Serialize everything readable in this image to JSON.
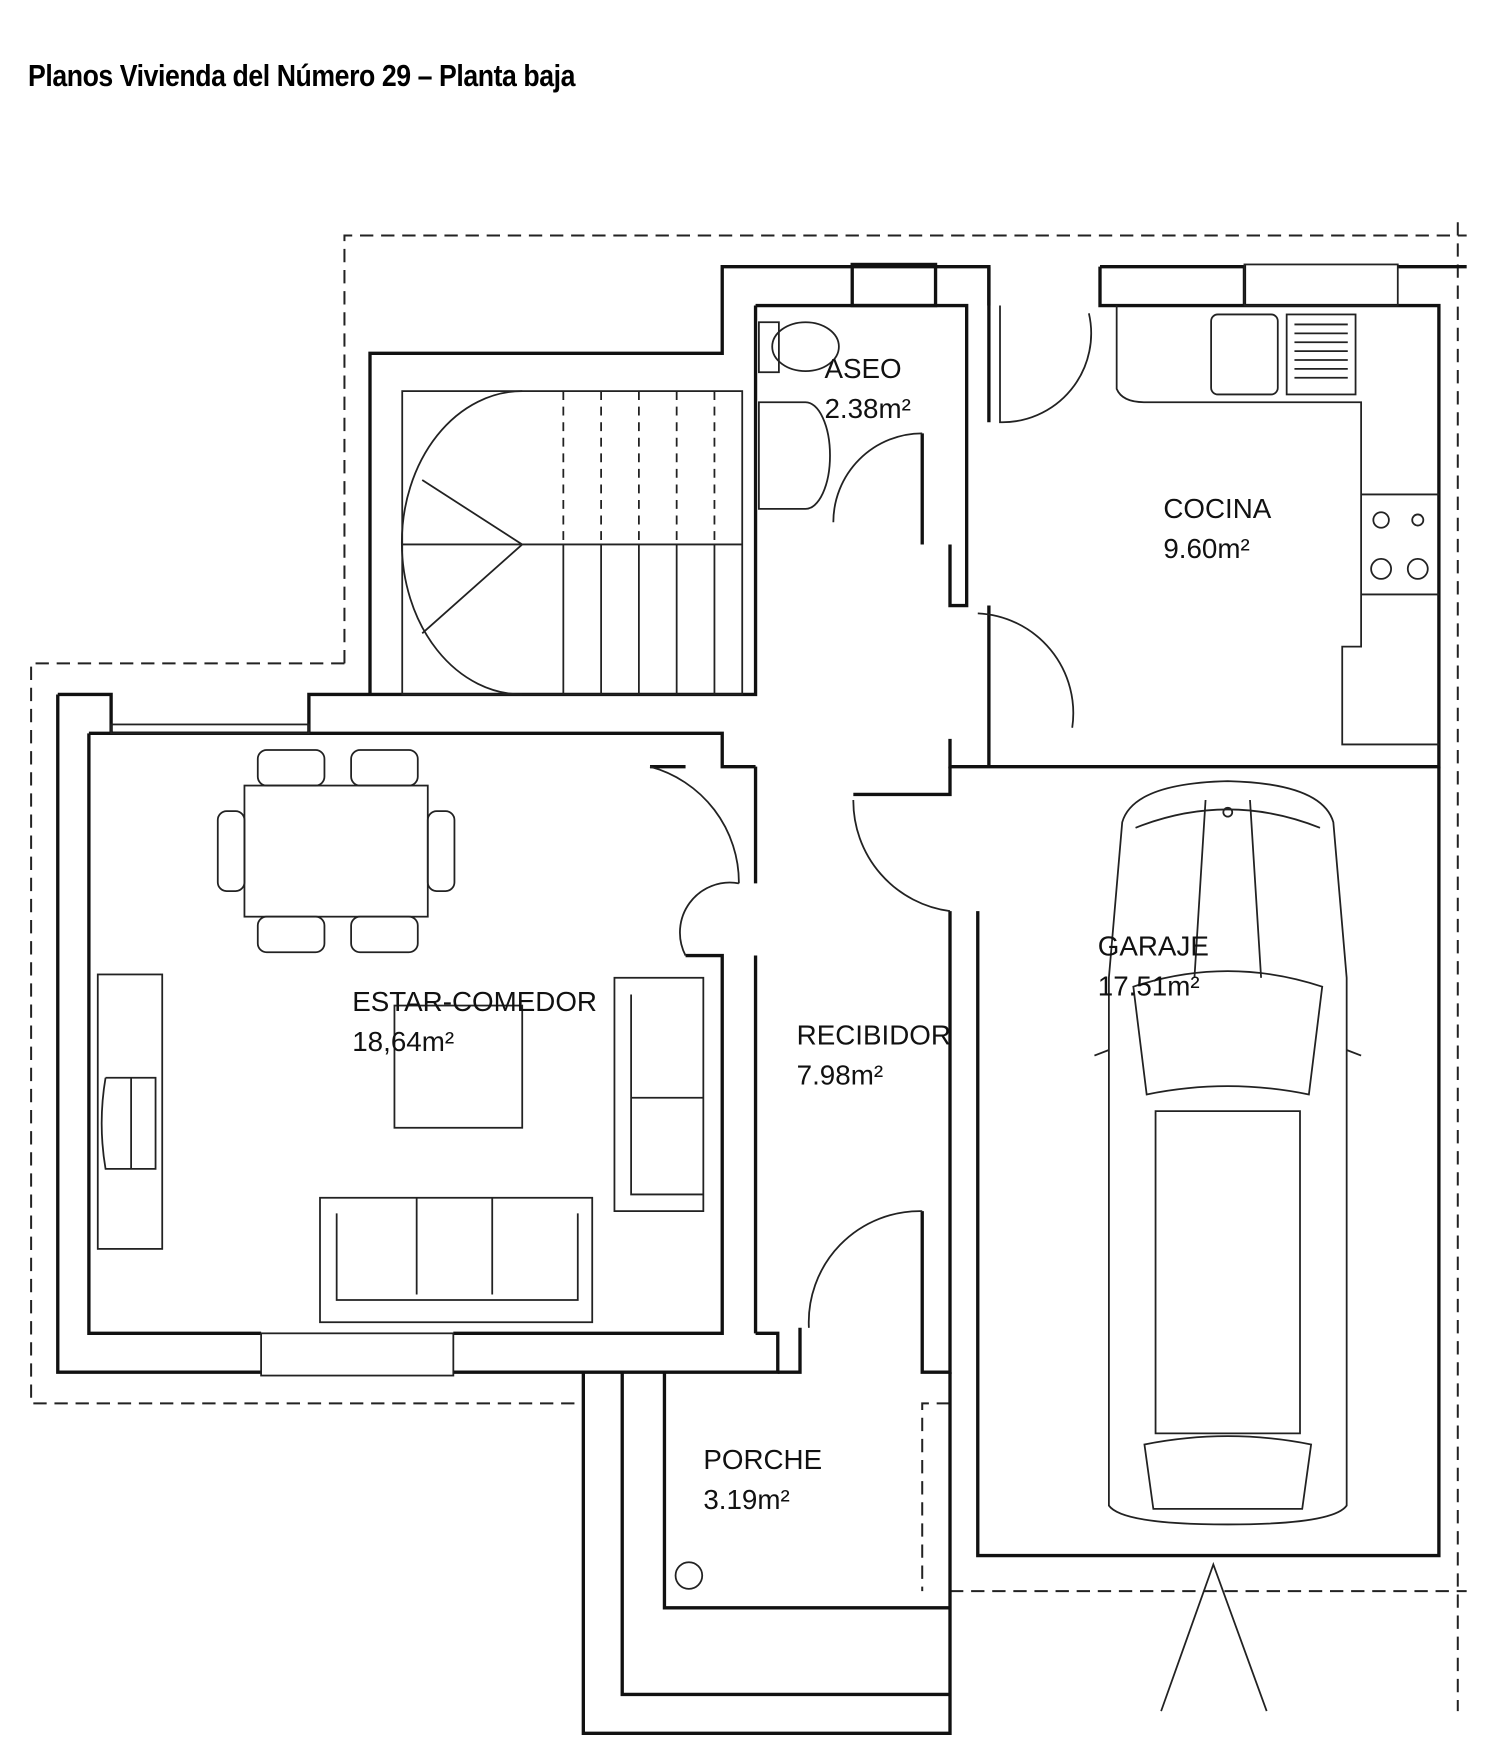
{
  "title": "Planos Vivienda del Número 29 – Planta baja",
  "rooms": {
    "aseo": {
      "name": "ASEO",
      "area": "2.38m²"
    },
    "cocina": {
      "name": "COCINA",
      "area": "9.60m²"
    },
    "garaje": {
      "name": "GARAJE",
      "area": "17.51m²"
    },
    "estar": {
      "name": "ESTAR-COMEDOR",
      "area": "18,64m²"
    },
    "recibidor": {
      "name": "RECIBIDOR",
      "area": "7.98m²"
    },
    "porche": {
      "name": "PORCHE",
      "area": "3.19m²"
    }
  }
}
